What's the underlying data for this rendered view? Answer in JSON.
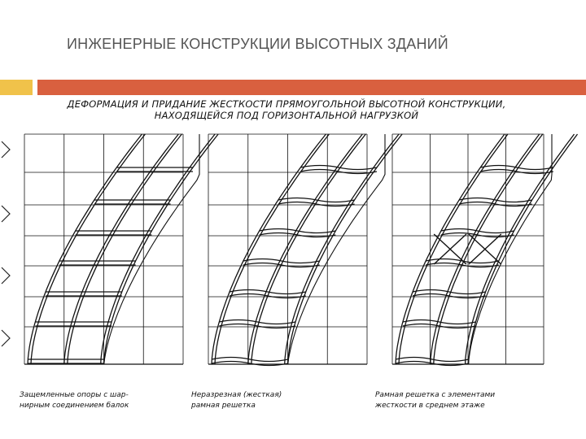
{
  "slide": {
    "title": "ИНЖЕНЕРНЫЕ КОНСТРУКЦИИ ВЫСОТНЫХ ЗДАНИЙ"
  },
  "figure": {
    "heading_line1": "ДЕФОРМАЦИЯ И ПРИДАНИЕ ЖЕСТКОСТИ ПРЯМОУГОЛЬНОЙ ВЫСОТНОЙ КОНСТРУКЦИИ,",
    "heading_line2": "НАХОДЯЩЕЙСЯ ПОД ГОРИЗОНТАЛЬНОЙ НАГРУЗКОЙ",
    "captions": [
      {
        "line1": "Защемленные опоры с шар-",
        "line2": "нирным соединением балок"
      },
      {
        "line1": "Неразрезная (жесткая)",
        "line2": "рамная решетка"
      },
      {
        "line1": "Рамная решетка с элементами",
        "line2": "жесткости в среднем этаже"
      }
    ]
  },
  "colors": {
    "accent_square": "#f0c24a",
    "accent_bar": "#d9603f",
    "line": "#111111"
  },
  "icons": [
    "load-arrow-icon"
  ]
}
